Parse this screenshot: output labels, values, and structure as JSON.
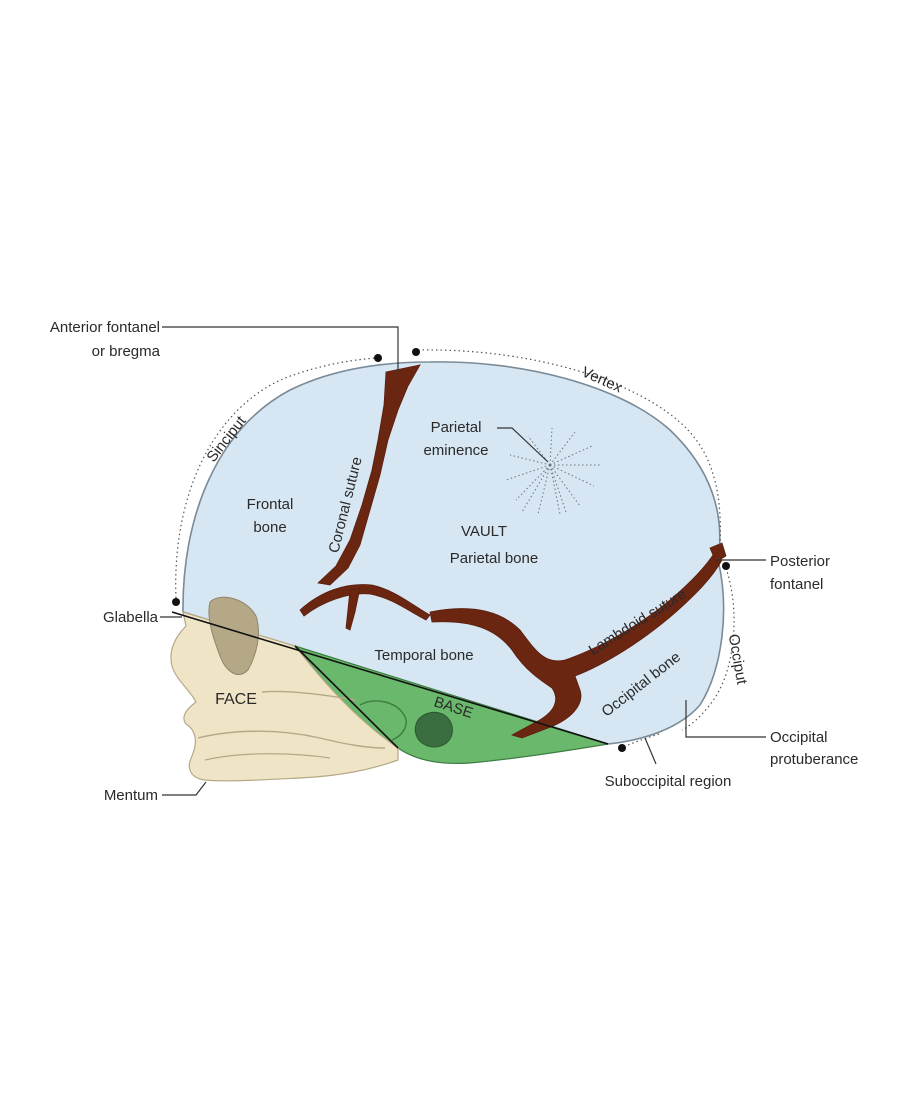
{
  "labels": {
    "anterior_fontanel_1": "Anterior fontanel",
    "anterior_fontanel_2": "or bregma",
    "vertex": "Vertex",
    "sinciput": "Sinciput",
    "parietal_eminence_1": "Parietal",
    "parietal_eminence_2": "eminence",
    "frontal_bone_1": "Frontal",
    "frontal_bone_2": "bone",
    "coronal_suture": "Coronal suture",
    "vault": "VAULT",
    "parietal_bone": "Parietal bone",
    "posterior_fontanel_1": "Posterior",
    "posterior_fontanel_2": "fontanel",
    "glabella": "Glabella",
    "lambdoid_suture": "Lambdoid suture",
    "temporal_bone": "Temporal bone",
    "occiput": "Occiput",
    "occipital_bone": "Occipital bone",
    "face": "FACE",
    "base": "BASE",
    "occipital_protuberance_1": "Occipital",
    "occipital_protuberance_2": "protuberance",
    "suboccipital_region": "Suboccipital region",
    "mentum": "Mentum"
  },
  "colors": {
    "vault": "#d6e6f2",
    "outline": "#7a8a96",
    "suture": "#6b2612",
    "base": "#69b86b",
    "face": "#efe4c6",
    "face_shadow": "#b5a887"
  }
}
